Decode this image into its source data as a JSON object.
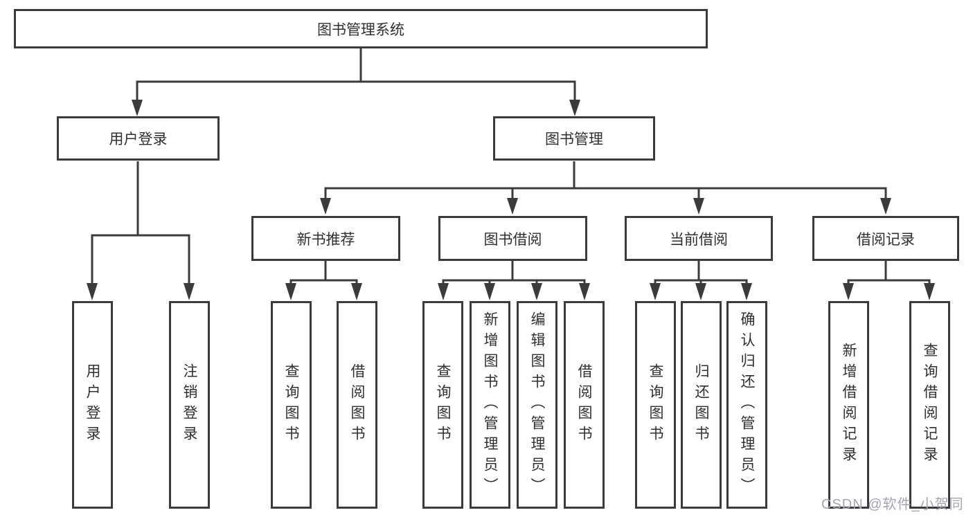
{
  "tree": {
    "root": "图书管理系统",
    "level2": [
      "用户登录",
      "图书管理"
    ],
    "level3": [
      "新书推荐",
      "图书借阅",
      "当前借阅",
      "借阅记录"
    ],
    "leaves": [
      [
        "用户登录",
        "注销登录"
      ],
      [
        "查询图书",
        "借阅图书"
      ],
      [
        "查询图书",
        "新增图书（管理员）",
        "编辑图书（管理员）",
        "借阅图书"
      ],
      [
        "查询图书",
        "归还图书",
        "确认归还（管理员）"
      ],
      [
        "新增借阅记录",
        "查询借阅记录"
      ]
    ]
  },
  "watermark": "CSDN @软件_小贺同学",
  "colors": {
    "line": "#3b3b3b",
    "text": "#2f2f2f",
    "watermark": "#a4a5ae",
    "background": "#ffffff"
  }
}
